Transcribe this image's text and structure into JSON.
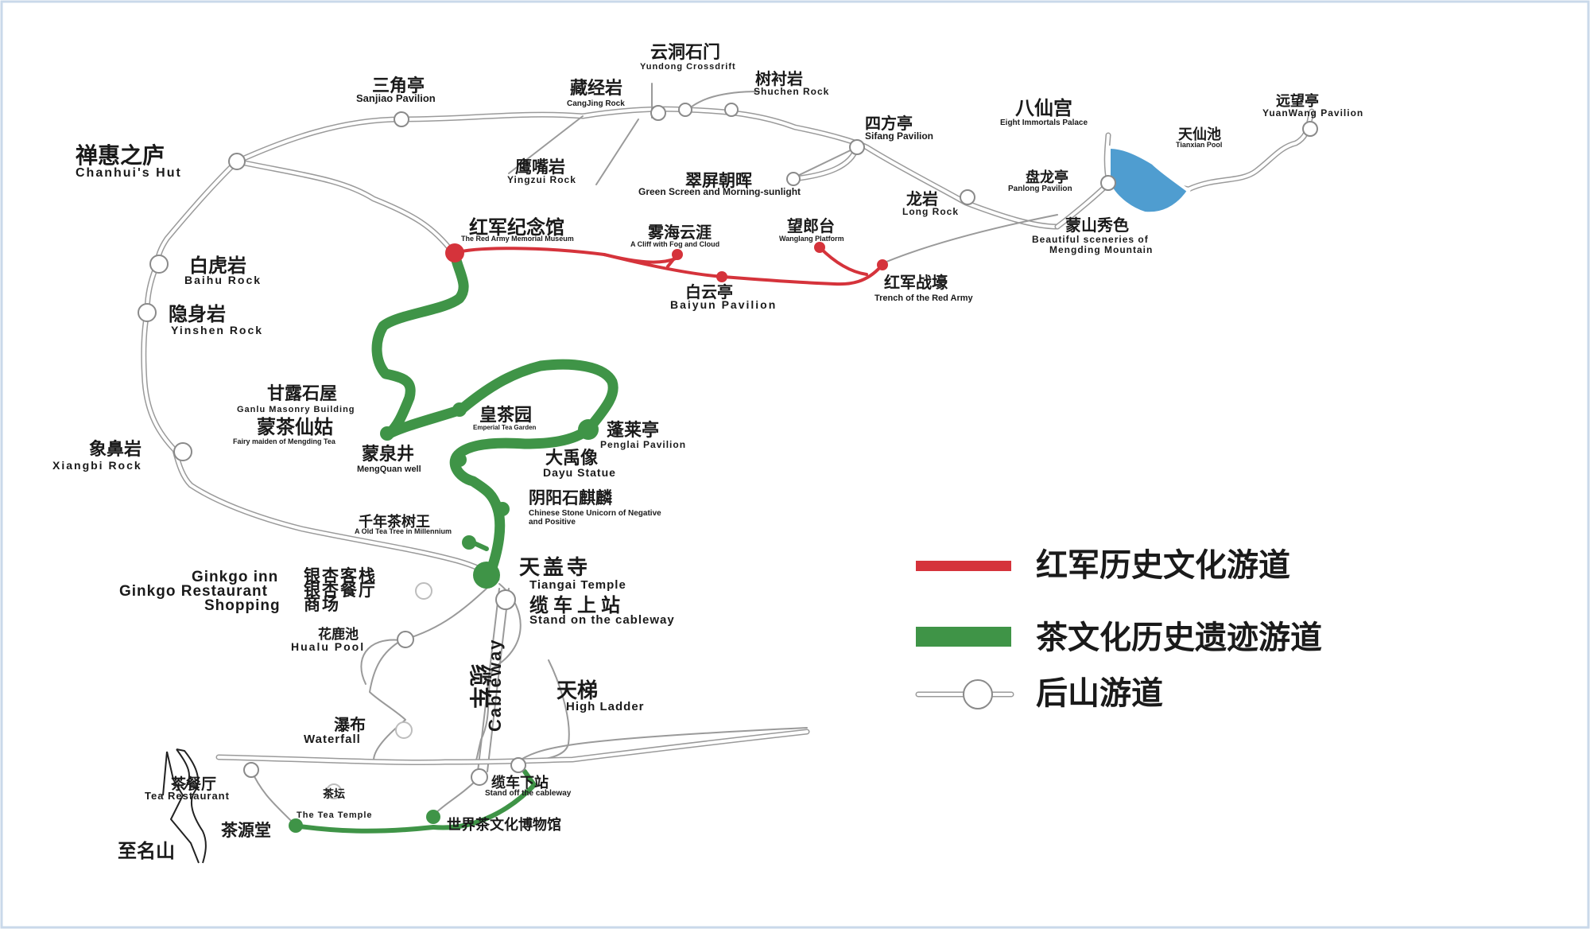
{
  "colors": {
    "red_route": "#d5333b",
    "green_route": "#3f9447",
    "pool": "#4f9dd0",
    "back_trail": "#9a9a9a"
  },
  "places": {
    "chanhui": {
      "cn": "禅惠之庐",
      "en": "Chanhui's Hut"
    },
    "sanjiao": {
      "cn": "三角亭",
      "en": "Sanjiao Pavilion"
    },
    "cangjing": {
      "cn": "藏经岩",
      "en": "CangJing Rock"
    },
    "yundong": {
      "cn": "云洞石门",
      "en": "Yundong Crossdrift"
    },
    "shuchen": {
      "cn": "树衬岩",
      "en": "Shuchen Rock"
    },
    "sifang": {
      "cn": "四方亭",
      "en": "Sifang Pavilion"
    },
    "baxian": {
      "cn": "八仙宫",
      "en": "Eight Immortals Palace"
    },
    "yuanwang": {
      "cn": "远望亭",
      "en": "YuanWang Pavilion"
    },
    "tianxian": {
      "cn": "天仙池",
      "en": "Tianxian Pool"
    },
    "panlong": {
      "cn": "盘龙亭",
      "en": "Panlong Pavilion"
    },
    "yingzui": {
      "cn": "鹰嘴岩",
      "en": "Yingzui Rock"
    },
    "cuiping": {
      "cn": "翠屏朝晖",
      "en": "Green Screen and Morning-sunlight"
    },
    "longyan": {
      "cn": "龙岩",
      "en": "Long Rock"
    },
    "mengshan": {
      "cn": "蒙山秀色",
      "en1": "Beautiful sceneries of",
      "en2": "Mengding Mountain"
    },
    "redarmy": {
      "cn": "红军纪念馆",
      "en": "The Red Army Memorial Museum"
    },
    "wuhai": {
      "cn": "雾海云涯",
      "en": "A Cliff with Fog and Cloud"
    },
    "wanglang": {
      "cn": "望郎台",
      "en": "Wanglang Platform"
    },
    "baiyun": {
      "cn": "白云亭",
      "en": "Baiyun Pavilion"
    },
    "trench": {
      "cn": "红军战壕",
      "en": "Trench of the Red Army"
    },
    "baihu": {
      "cn": "白虎岩",
      "en": "Baihu Rock"
    },
    "yinshen": {
      "cn": "隐身岩",
      "en": "Yinshen Rock"
    },
    "ganlu": {
      "cn": "甘露石屋",
      "en": "Ganlu Masonry Building"
    },
    "fairy": {
      "cn": "蒙茶仙姑",
      "en": "Fairy maiden of Mengding Tea"
    },
    "huangcha": {
      "cn": "皇茶园",
      "en": "Emperial Tea Garden"
    },
    "penglai": {
      "cn": "蓬莱亭",
      "en": "Penglai Pavilion"
    },
    "xiangbi": {
      "cn": "象鼻岩",
      "en": "Xiangbi Rock"
    },
    "mengquan": {
      "cn": "蒙泉井",
      "en": "MengQuan well"
    },
    "dayu": {
      "cn": "大禹像",
      "en": "Dayu Statue"
    },
    "yinyang": {
      "cn": "阴阳石麒麟",
      "en1": "Chinese Stone Unicorn of Negative",
      "en2": "and Positive"
    },
    "qiannian": {
      "cn": "千年茶树王",
      "en": "A Old Tea Tree in Millennium"
    },
    "tiangai": {
      "cn": "天盖寺",
      "en": "Tiangai Temple"
    },
    "ginkgo": {
      "en1": "Ginkgo inn",
      "cn1": "银杏客栈",
      "en2": "Ginkgo Restaurant",
      "cn2": "银杏餐厅",
      "en3": "Shopping",
      "cn3": "商场"
    },
    "upper_station": {
      "cn": "缆车上站",
      "en": "Stand on the cableway"
    },
    "hualu": {
      "cn": "花鹿池",
      "en": "Hualu Pool"
    },
    "cableway": {
      "cn": "缆车",
      "en": "Cableway"
    },
    "tianti": {
      "cn": "天梯",
      "en": "High Ladder"
    },
    "waterfall": {
      "cn": "瀑布",
      "en": "Waterfall"
    },
    "tea_restaurant": {
      "cn": "茶餐厅",
      "en": "Tea Restaurant"
    },
    "tea_temple": {
      "cn": "茶坛",
      "en": "The Tea Temple"
    },
    "lower_station": {
      "cn": "缆车下站",
      "en": "Stand off the cableway"
    },
    "chayuan": {
      "cn": "茶源堂"
    },
    "museum": {
      "cn": "世界茶文化博物馆"
    },
    "mingshan": {
      "cn": "至名山"
    }
  },
  "legend": [
    {
      "label": "红军历史文化游道",
      "type": "red"
    },
    {
      "label": "茶文化历史遗迹游道",
      "type": "green"
    },
    {
      "label": "后山游道",
      "type": "white"
    }
  ]
}
